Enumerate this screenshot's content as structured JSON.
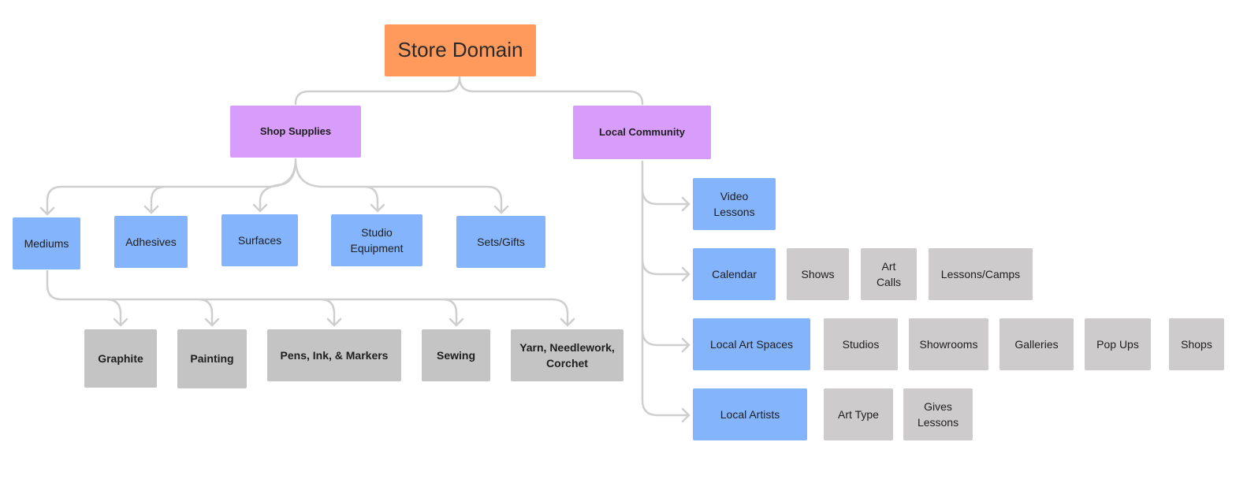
{
  "root": {
    "label": "Store Domain"
  },
  "branches": {
    "shop_supplies": {
      "label": "Shop Supplies",
      "categories": [
        "Mediums",
        "Adhesives",
        "Surfaces",
        "Studio Equipment",
        "Sets/Gifts"
      ],
      "mediums": [
        "Graphite",
        "Painting",
        "Pens, Ink, & Markers",
        "Sewing",
        "Yarn, Needlework, Corchet"
      ]
    },
    "local_community": {
      "label": "Local Community",
      "video_lessons": "Video Lessons",
      "calendar": {
        "label": "Calendar",
        "items": [
          "Shows",
          "Art Calls",
          "Lessons/Camps"
        ]
      },
      "local_art_spaces": {
        "label": "Local Art Spaces",
        "items": [
          "Studios",
          "Showrooms",
          "Galleries",
          "Pop Ups",
          "Shops"
        ]
      },
      "local_artists": {
        "label": "Local Artists",
        "items": [
          "Art Type",
          "Gives Lessons"
        ]
      }
    }
  },
  "colors": {
    "root": "#ff9a5c",
    "branch": "#d89cfa",
    "category": "#84b4fb",
    "leaf": "#cdcbcb",
    "connector": "#cfcfcf"
  }
}
